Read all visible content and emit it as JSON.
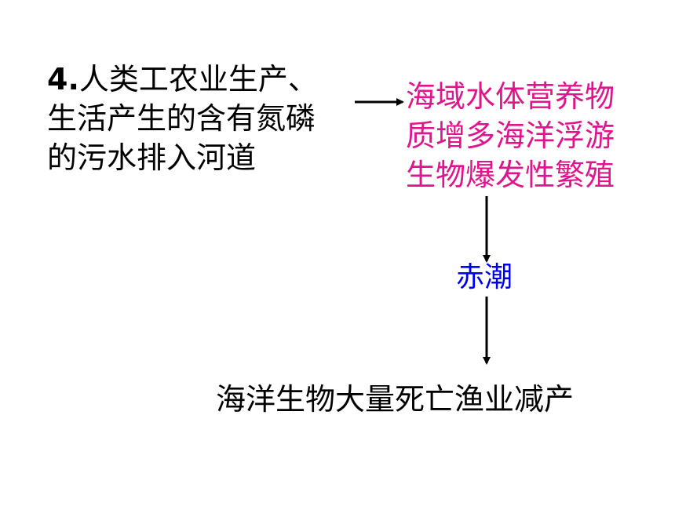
{
  "diagram": {
    "source": {
      "number": "4.",
      "lines": [
        "人类工农业生产、",
        "生活产生的含有氮磷",
        "的污水排入河道"
      ]
    },
    "cause": {
      "lines": [
        "海域水体营养物",
        "质增多海洋浮游",
        "生物爆发性繁殖"
      ]
    },
    "label": "赤潮",
    "result": "海洋生物大量死亡渔业减产"
  },
  "colors": {
    "source_text": "#000000",
    "cause_text": "#e0148c",
    "label_text": "#0000ee",
    "result_text": "#000000",
    "arrow": "#000000"
  }
}
